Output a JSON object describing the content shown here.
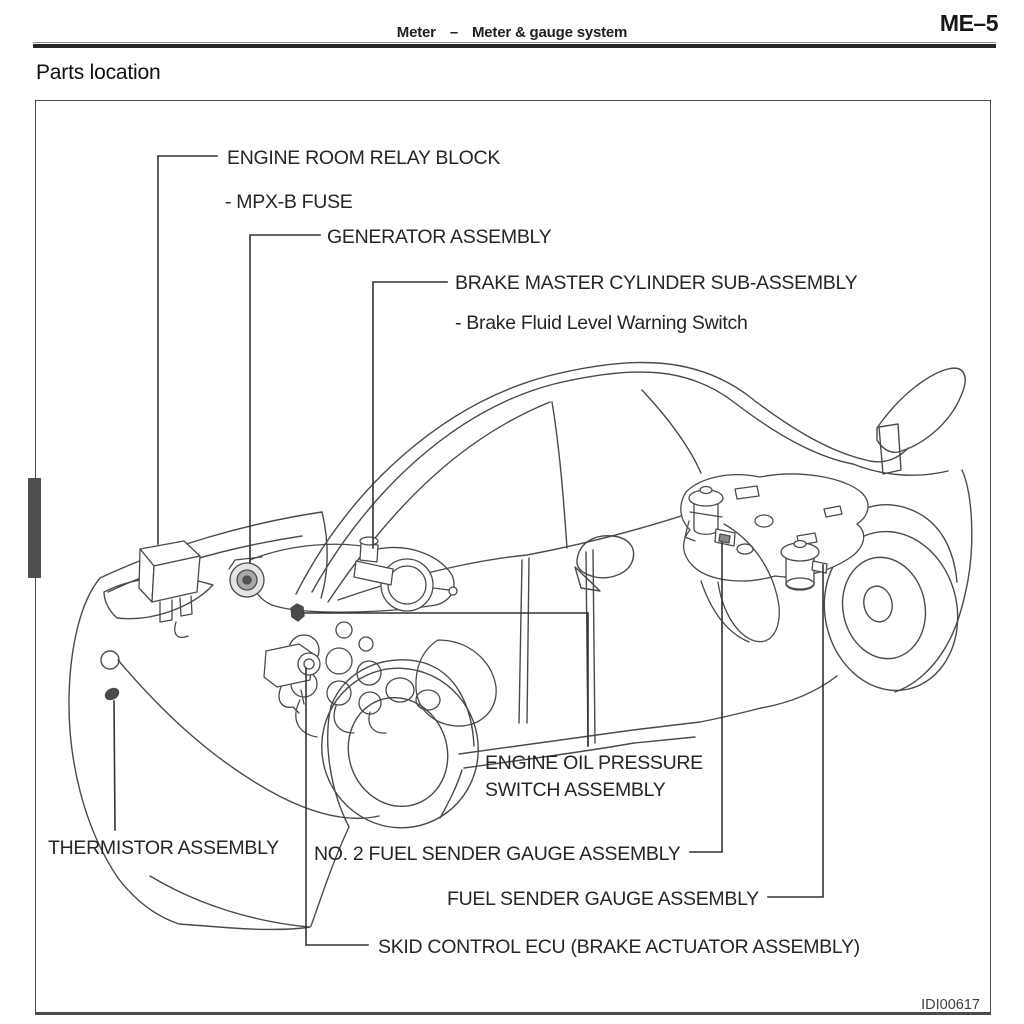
{
  "header": {
    "section": "Meter",
    "dash": "–",
    "subtitle": "Meter & gauge system",
    "page_code": "ME–5"
  },
  "title": "Parts location",
  "figure_code": "IDI00617",
  "diagram": {
    "type": "vehicle parts location line art",
    "view": "coupe, front-left three-quarter view, engine bay and rear fuel tank components exposed",
    "labels": {
      "engine_room_relay_block": "ENGINE ROOM RELAY BLOCK",
      "mpx_b_fuse": "- MPX-B FUSE",
      "generator_assembly": "GENERATOR ASSEMBLY",
      "brake_master_cylinder": "BRAKE MASTER CYLINDER SUB-ASSEMBLY",
      "brake_fluid_level_warning_switch": "- Brake Fluid Level Warning Switch",
      "engine_oil_pressure_line1": "ENGINE OIL PRESSURE",
      "engine_oil_pressure_line2": "SWITCH ASSEMBLY",
      "thermistor_assembly": "THERMISTOR ASSEMBLY",
      "no2_fuel_sender_gauge": "NO. 2 FUEL SENDER GAUGE ASSEMBLY",
      "fuel_sender_gauge": "FUEL SENDER GAUGE ASSEMBLY",
      "skid_control_ecu": "SKID CONTROL ECU (BRAKE ACTUATOR ASSEMBLY)"
    },
    "colors": {
      "line": "#454545",
      "callout_line": "#333333",
      "label_text": "#262626",
      "dark_part_fill": "#4a4a4a",
      "frame_border": "#4d4d4d",
      "header_rule": "#262626"
    }
  }
}
